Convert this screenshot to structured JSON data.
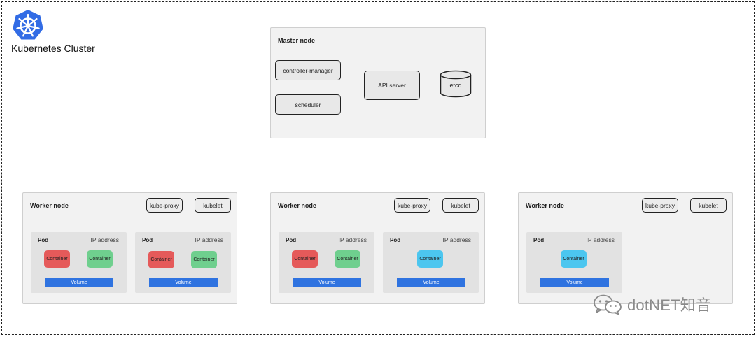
{
  "cluster": {
    "title": "Kubernetes Cluster",
    "logo_icon": "kubernetes-helm-icon",
    "logo_color": "#326ce5"
  },
  "master": {
    "title": "Master node",
    "controller_manager": "controller-manager",
    "scheduler": "scheduler",
    "api_server": "API server",
    "etcd": "etcd"
  },
  "workers": [
    {
      "title": "Worker node",
      "kube_proxy": "kube-proxy",
      "kubelet": "kubelet",
      "pods": [
        {
          "title": "Pod",
          "ip": "IP address",
          "containers": [
            "Container",
            "Container"
          ],
          "volume": "Volume"
        },
        {
          "title": "Pod",
          "ip": "IP address",
          "containers": [
            "Container",
            "Container"
          ],
          "volume": "Volume"
        }
      ]
    },
    {
      "title": "Worker node",
      "kube_proxy": "kube-proxy",
      "kubelet": "kubelet",
      "pods": [
        {
          "title": "Pod",
          "ip": "IP address",
          "containers": [
            "Container",
            "Container"
          ],
          "volume": "Volume"
        },
        {
          "title": "Pod",
          "ip": "IP address",
          "containers": [
            "Container"
          ],
          "volume": "Volume"
        }
      ]
    },
    {
      "title": "Worker node",
      "kube_proxy": "kube-proxy",
      "kubelet": "kubelet",
      "pods": [
        {
          "title": "Pod",
          "ip": "IP address",
          "containers": [
            "Container"
          ],
          "volume": "Volume"
        }
      ]
    }
  ],
  "colors": {
    "container_red": "#e55a5a",
    "container_green": "#6fcf8e",
    "container_cyan": "#4cc6ef",
    "volume_blue": "#2f73e0"
  },
  "watermark": {
    "text": "dotNET知音",
    "icon": "wechat-icon"
  }
}
